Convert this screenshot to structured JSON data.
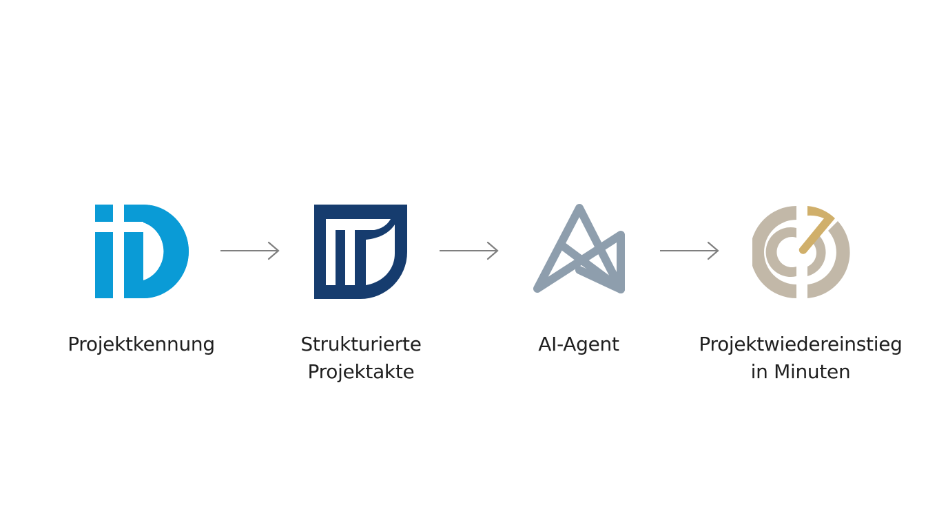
{
  "diagram": {
    "type": "process-flow",
    "steps": [
      {
        "icon": "id-logo-icon",
        "color": "#0A9BD6",
        "label_lines": [
          "Projektkennung"
        ]
      },
      {
        "icon": "it-shield-logo-icon",
        "color": "#163C6E",
        "label_lines": [
          "Strukturierte",
          "Projektakte"
        ]
      },
      {
        "icon": "ai-agent-logo-icon",
        "color": "#8E9EAD",
        "label_lines": [
          "AI-Agent"
        ]
      },
      {
        "icon": "target-clock-logo-icon",
        "color": "#C2B8A8",
        "accent_color": "#D0AF6A",
        "label_lines": [
          "Projektwiedereinstieg",
          "in Minuten"
        ]
      }
    ],
    "arrows": [
      {
        "from": 0,
        "to": 1,
        "icon": "arrow-right-icon"
      },
      {
        "from": 1,
        "to": 2,
        "icon": "arrow-right-icon"
      },
      {
        "from": 2,
        "to": 3,
        "icon": "arrow-right-icon"
      }
    ],
    "arrow_color": "#7F7F7F"
  }
}
